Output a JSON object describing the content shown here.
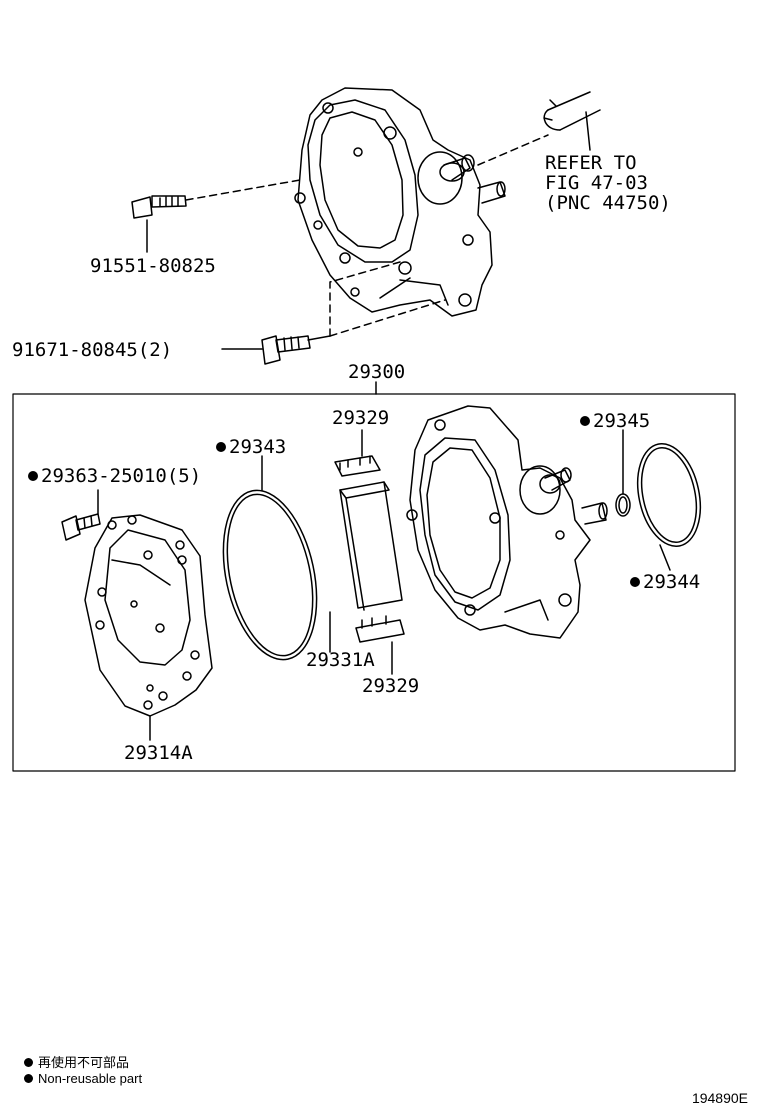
{
  "labels": {
    "screw_top": "91551-80825",
    "bolt_bottom": "91671-80845(2)",
    "refer_line1": "REFER TO",
    "refer_line2": "FIG 47-03",
    "refer_line3": "(PNC 44750)",
    "assembly": "29300",
    "screw_cover": "29363-25010(5)",
    "oring_large": "29343",
    "vane_top": "29329",
    "oring_small": "29345",
    "oring_outer": "29344",
    "rotor": "29331A",
    "vane_bottom": "29329",
    "cover": "29314A"
  },
  "legend": {
    "jp": "再使用不可部品",
    "en": "Non-reusable part"
  },
  "figure_id": "194890E",
  "colors": {
    "line": "#000000",
    "background": "#ffffff"
  }
}
